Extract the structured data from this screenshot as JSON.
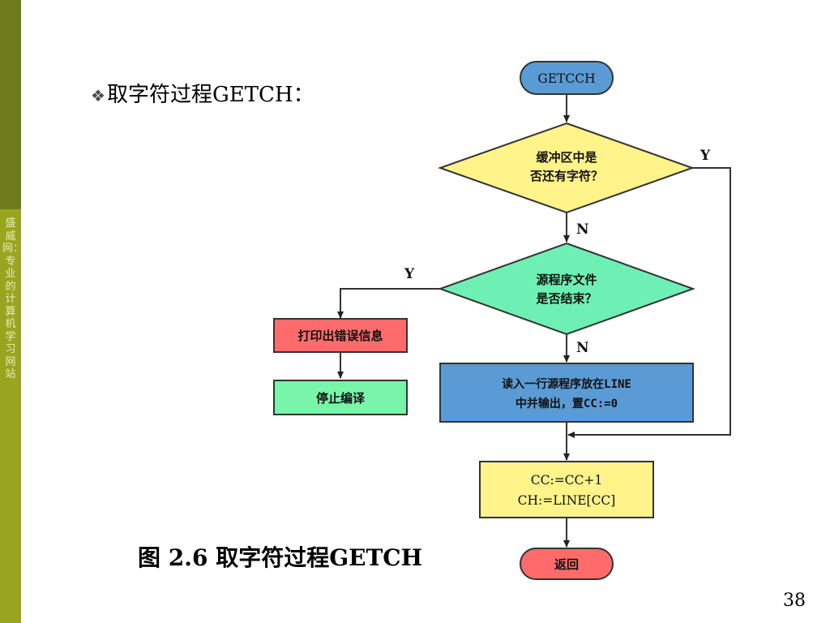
{
  "sidebar": {
    "text": "盛威网：专业的计算机学习网站"
  },
  "slide": {
    "title": "取字符过程GETCH：",
    "caption": "图 2.6 取字符过程GETCH",
    "page_number": "38"
  },
  "flowchart": {
    "start": "GETCCH",
    "decision1": {
      "line1": "缓冲区中是",
      "line2": "否还有字符？"
    },
    "decision2": {
      "line1": "源程序文件",
      "line2": "是否结束？"
    },
    "error": "打印出错误信息",
    "stop": "停止编译",
    "read": {
      "line1": "读入一行源程序放在LINE",
      "line2": "中并输出，置CC:=0"
    },
    "assign": {
      "line1": "CC:=CC+1",
      "line2": "CH:=LINE[CC]"
    },
    "end": "返回",
    "labels": {
      "d1_yes": "Y",
      "d1_no": "N",
      "d2_yes": "Y",
      "d2_no": "N"
    },
    "colors": {
      "terminal": "#5b9bd5",
      "end_terminal": "#ff6b6b",
      "decision1": "#fff38a",
      "decision2": "#6ef0b4",
      "error": "#ff6b6b",
      "stop": "#78f5a8",
      "read": "#5b9bd5",
      "assign": "#fff38a"
    }
  }
}
